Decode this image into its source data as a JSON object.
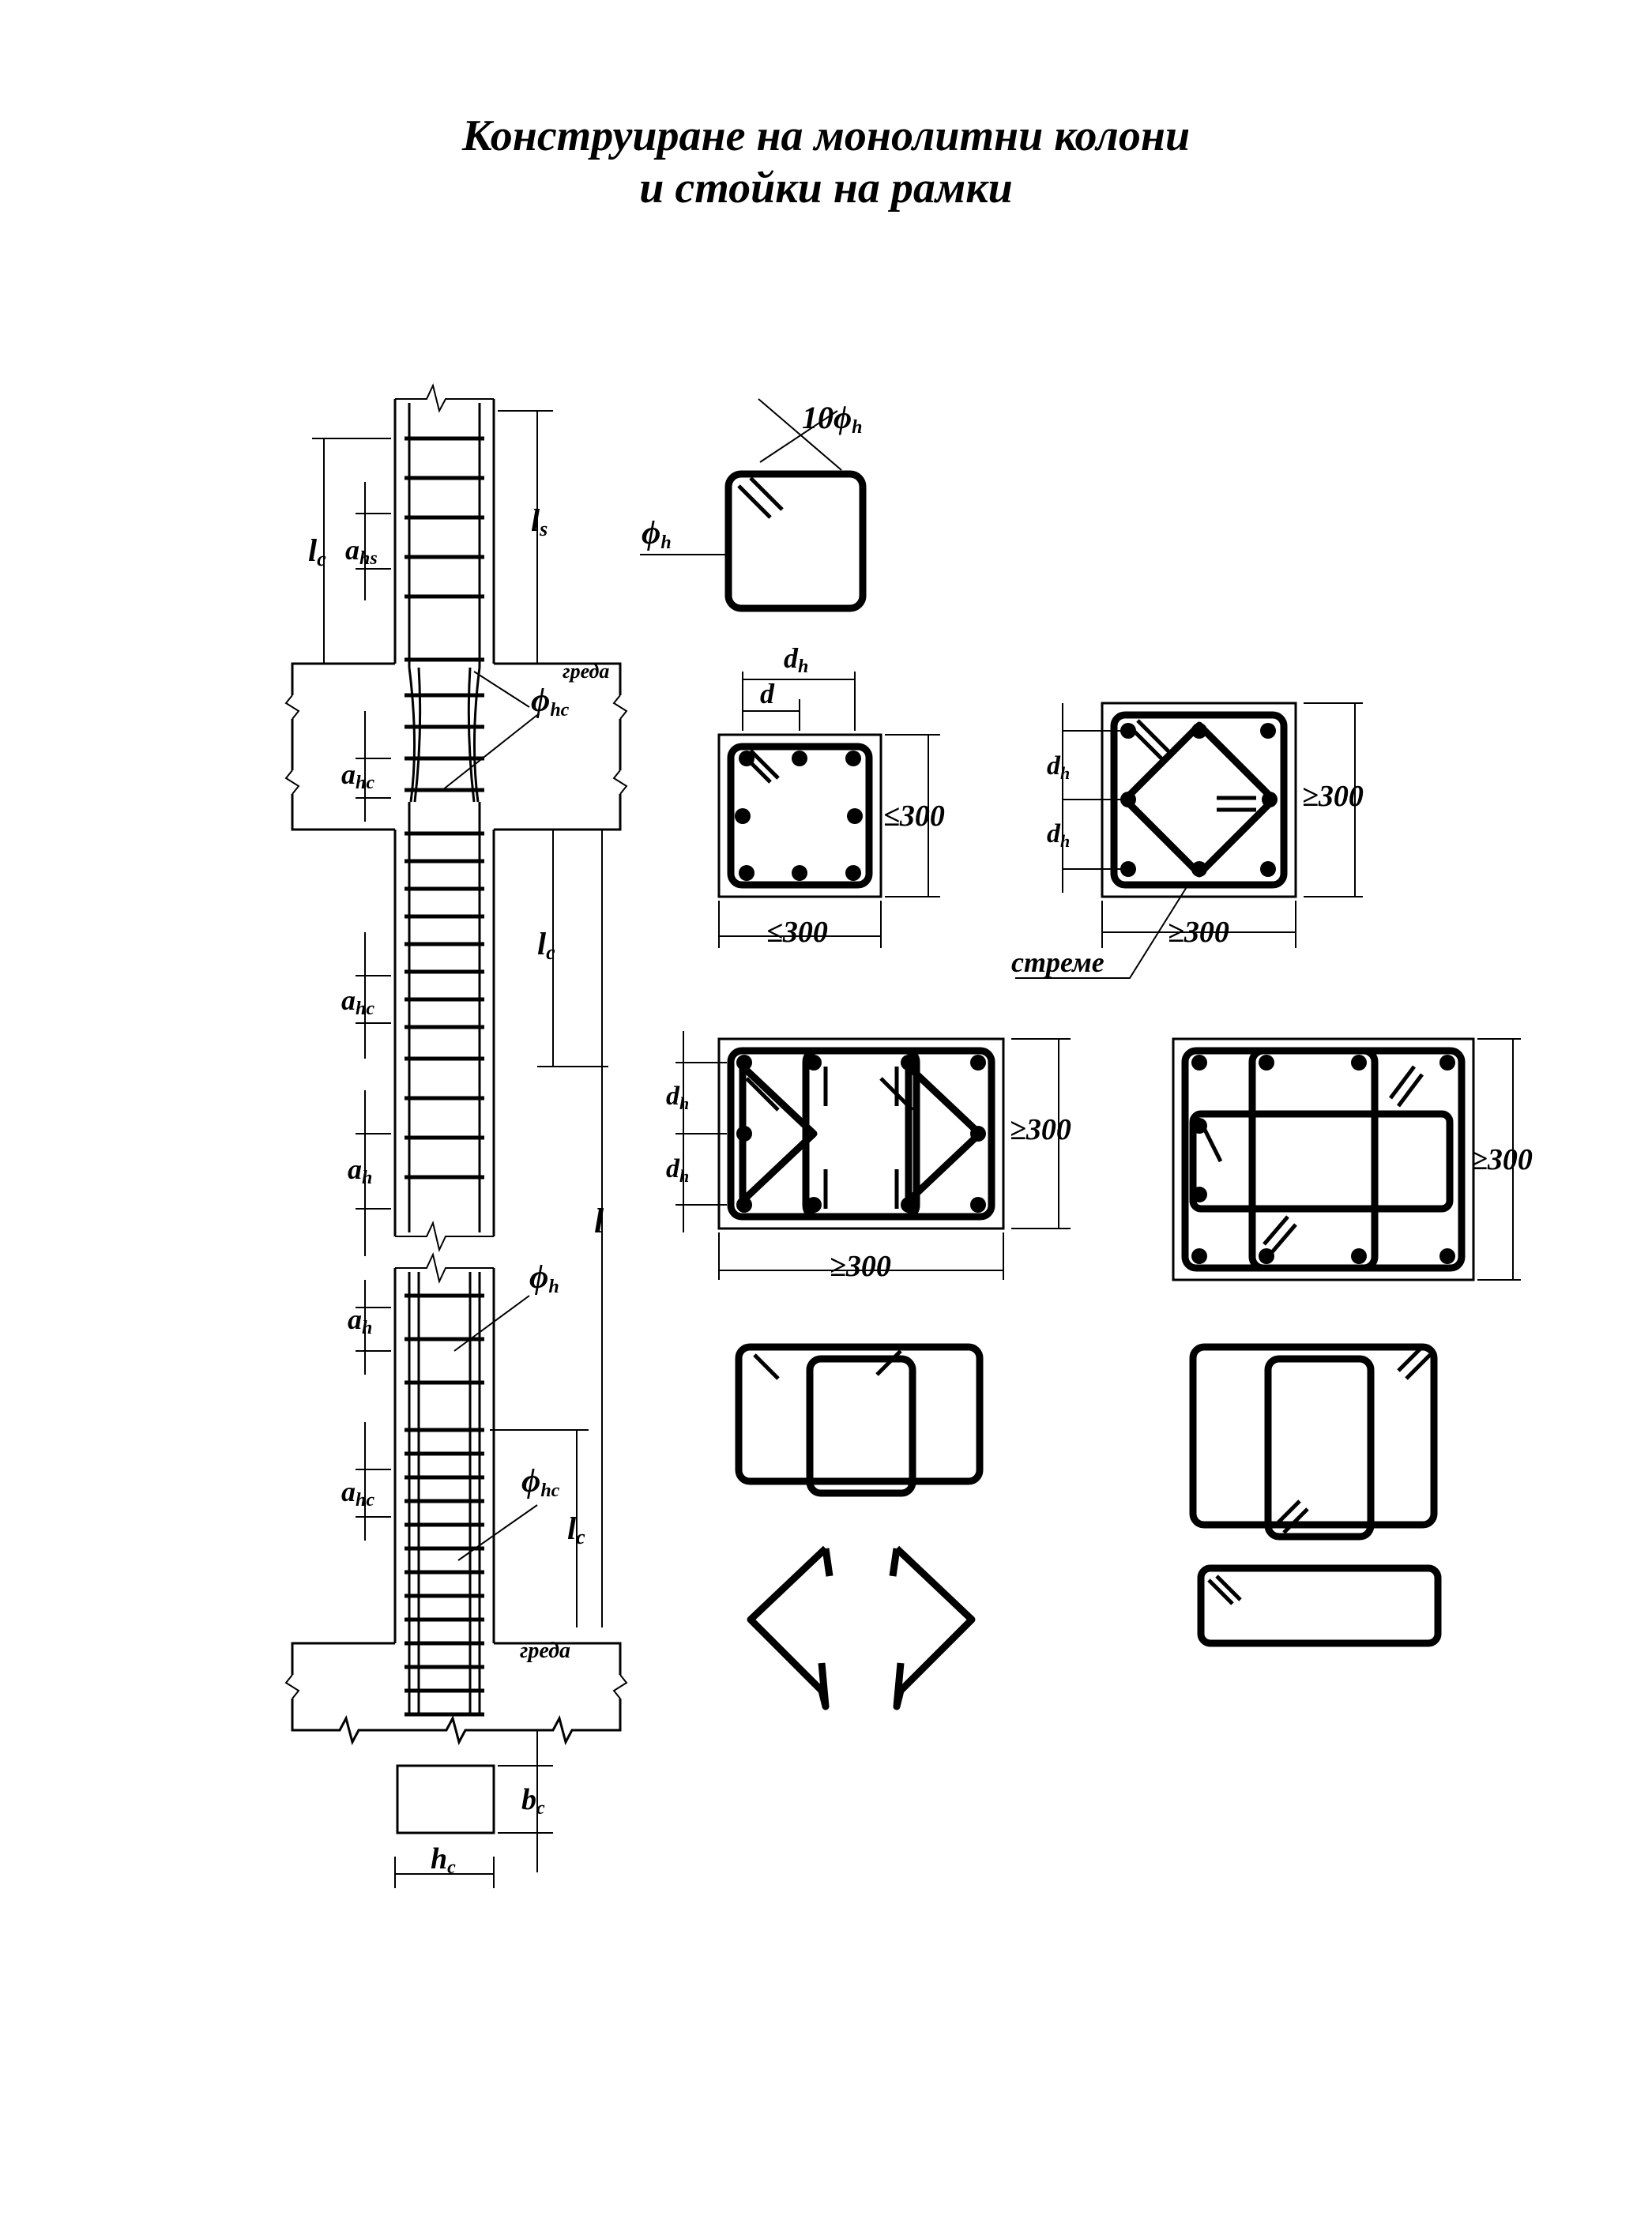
{
  "title": {
    "line1": "Конструиране на монолитни колони",
    "line2": "и стойки на рамки"
  },
  "labels": {
    "lc": "l",
    "lc_sub": "c",
    "ls": "l",
    "ls_sub": "s",
    "ahs": "a",
    "ahs_sub": "hs",
    "ahc": "a",
    "ahc_sub": "hc",
    "ah": "a",
    "ah_sub": "h",
    "l": "l",
    "phi": "ϕ",
    "phi_h_sub": "h",
    "phi_hc_sub": "hc",
    "ten_phi": "10ϕ",
    "greda": "греда",
    "bc": "b",
    "bc_sub": "c",
    "hc": "h",
    "hc_sub": "c",
    "dh": "d",
    "dh_sub": "h",
    "d": "d",
    "le300": "≤300",
    "ge300": "≥300",
    "streme": "стреме"
  }
}
